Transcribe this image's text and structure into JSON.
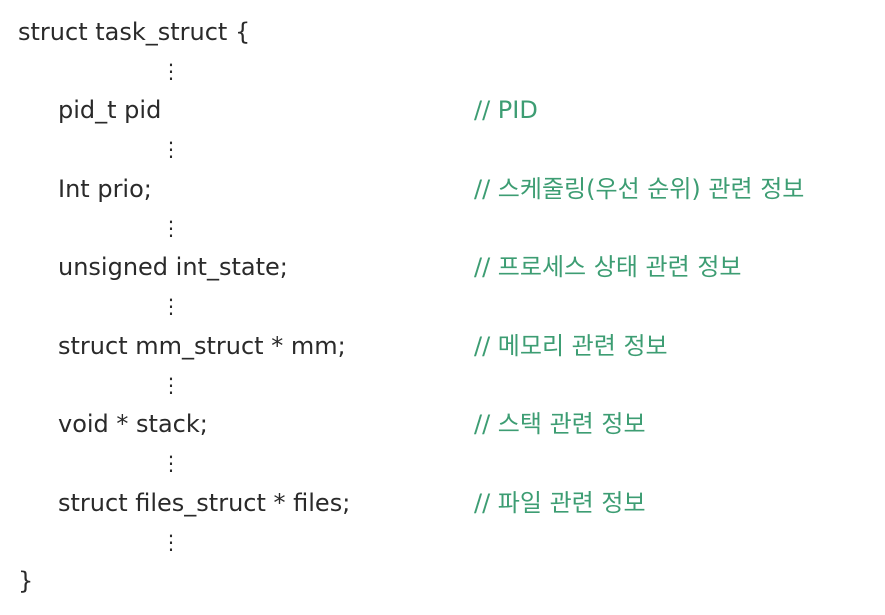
{
  "code": {
    "open_line": "struct task_struct {",
    "close_line": "}",
    "ellipsis": "⋮",
    "fields": [
      {
        "code": "pid_t pid",
        "comment": "// PID"
      },
      {
        "code": "Int prio;",
        "comment": "// 스케줄링(우선 순위) 관련 정보"
      },
      {
        "code": "unsigned int_state;",
        "comment": "// 프로세스 상태 관련 정보"
      },
      {
        "code": "struct mm_struct * mm;",
        "comment": "// 메모리 관련 정보"
      },
      {
        "code": "void * stack;",
        "comment": "// 스택 관련 정보"
      },
      {
        "code": "struct files_struct * files;",
        "comment": "// 파일 관련 정보"
      }
    ]
  },
  "colors": {
    "code_text": "#2a2a2a",
    "comment_text": "#3d9d73",
    "background": "#ffffff"
  }
}
